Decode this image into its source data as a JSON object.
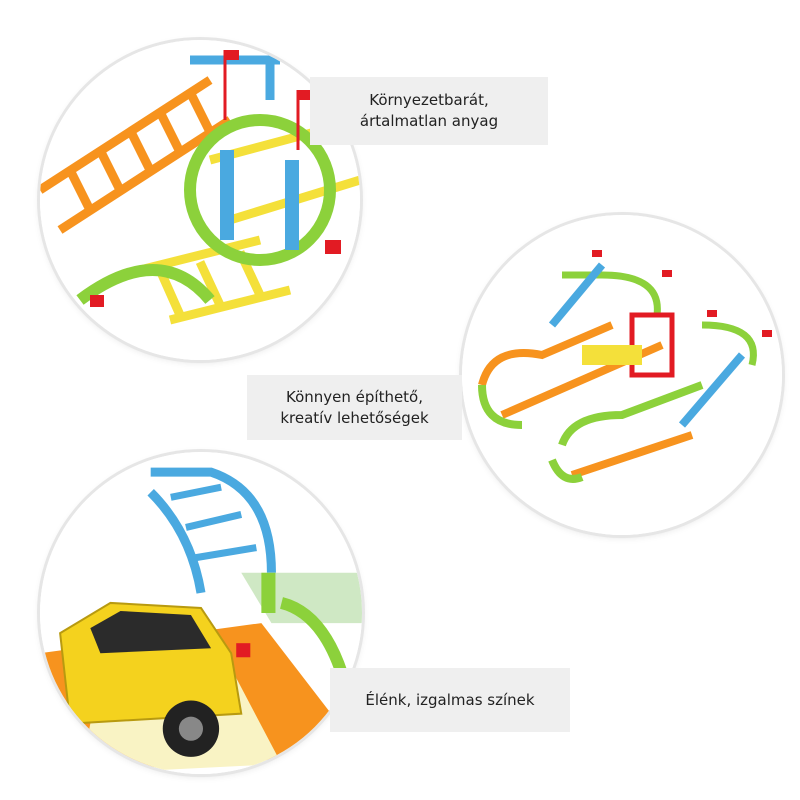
{
  "features": [
    {
      "line1": "Környezetbarát,",
      "line2": "ártalmatlan anyag"
    },
    {
      "line1": "Könnyen építhető,",
      "line2": "kreatív lehetőségek"
    },
    {
      "line1": "Élénk, izgalmas színek",
      "line2": ""
    }
  ],
  "colors": {
    "orange": "#f7931e",
    "yellow": "#f4e03a",
    "green": "#8cd13b",
    "blue": "#4aa9e0",
    "red": "#e21b23",
    "label_bg": "#efefef"
  }
}
